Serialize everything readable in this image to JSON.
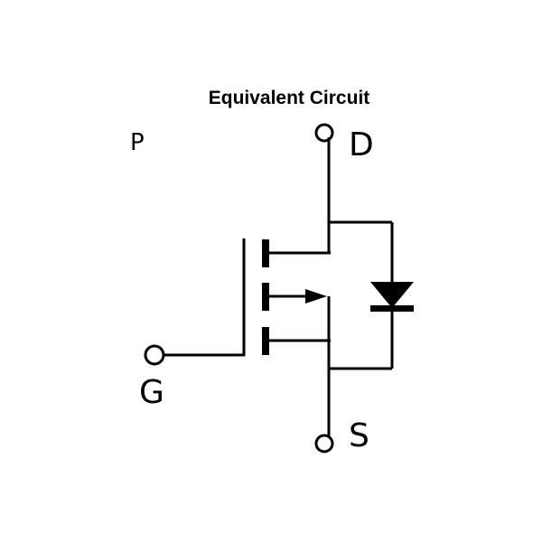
{
  "title": "Equivalent Circuit",
  "channel_type_label": "P",
  "terminals": {
    "drain": "D",
    "gate": "G",
    "source": "S"
  },
  "colors": {
    "line": "#000000",
    "background": "#ffffff"
  }
}
